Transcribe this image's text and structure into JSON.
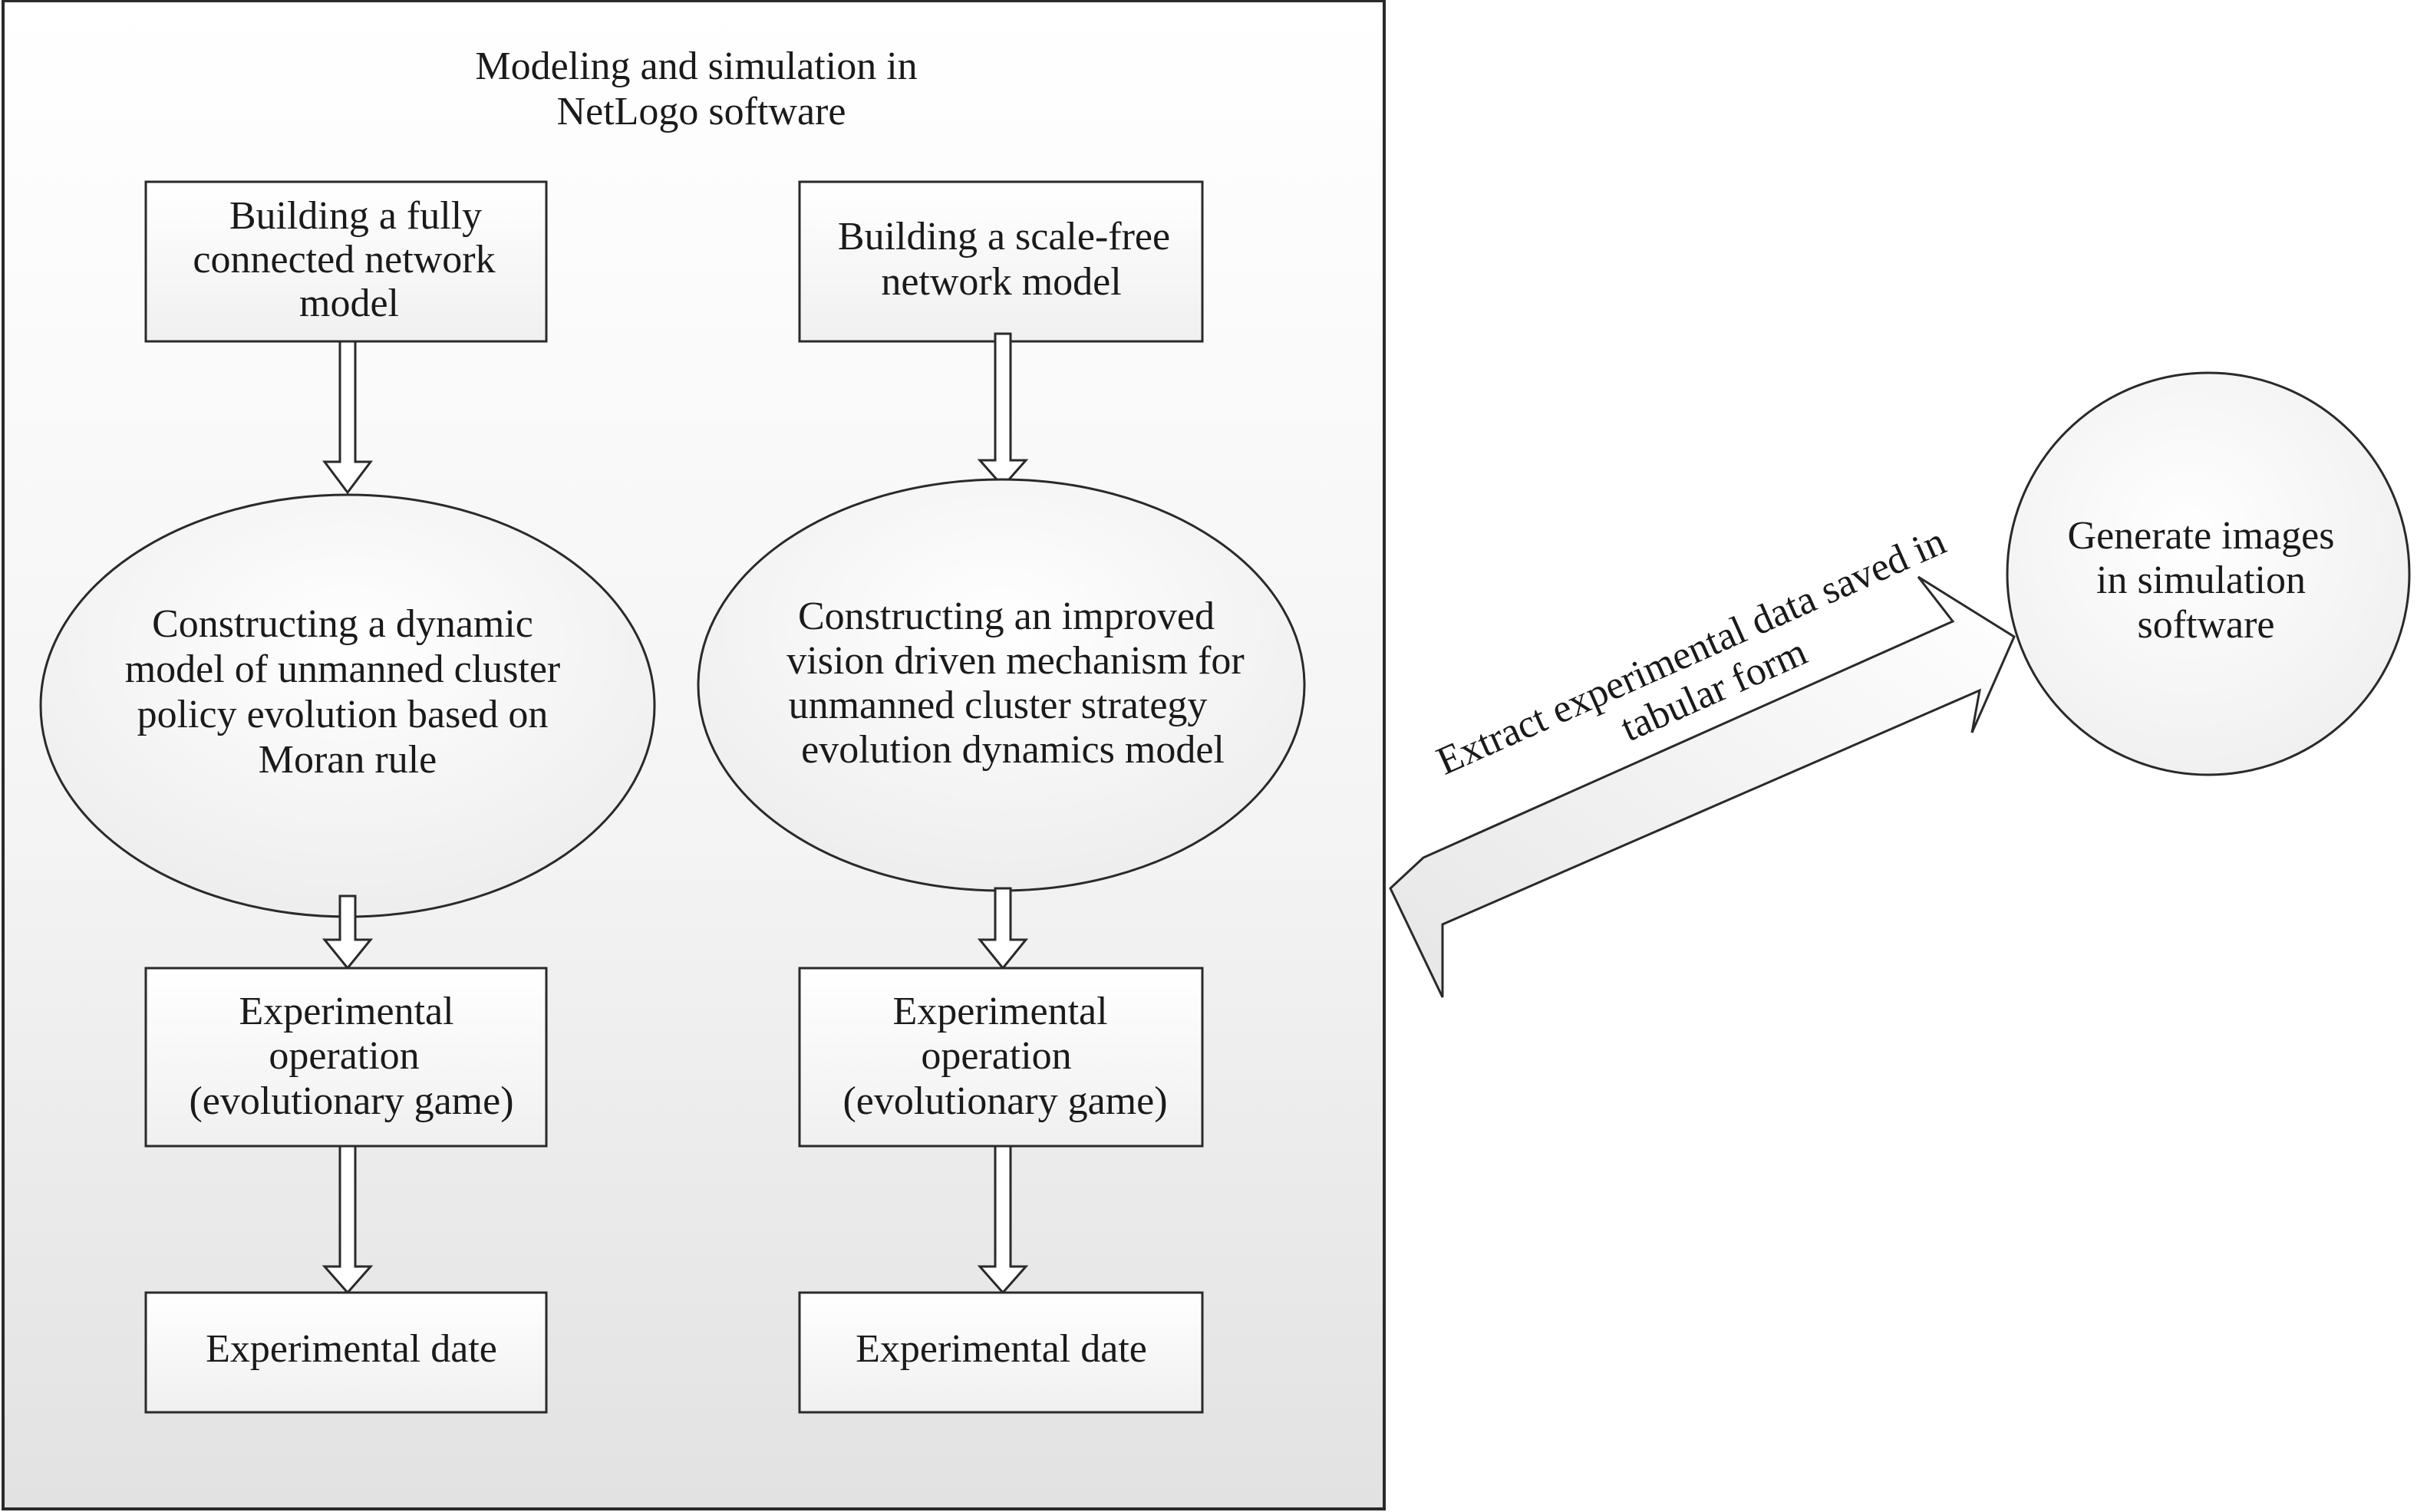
{
  "container": {
    "title_lines": [
      "Modeling and simulation in",
      "NetLogo software"
    ]
  },
  "left_column": {
    "top_box_lines": [
      "Building a fully",
      "connected network",
      "model"
    ],
    "ellipse_lines": [
      "Constructing a dynamic",
      "model of unmanned cluster",
      "policy evolution based on",
      "Moran rule"
    ],
    "operation_box_lines": [
      "Experimental",
      "operation",
      "(evolutionary game)"
    ],
    "result_box_lines": [
      "Experimental date"
    ]
  },
  "right_column": {
    "top_box_lines": [
      "Building a scale-free",
      "network model"
    ],
    "ellipse_lines": [
      "Constructing an improved",
      "vision driven mechanism for",
      "unmanned cluster strategy",
      "evolution dynamics model"
    ],
    "operation_box_lines": [
      "Experimental",
      "operation",
      "(evolutionary game)"
    ],
    "result_box_lines": [
      "Experimental date"
    ]
  },
  "export_arrow": {
    "label_lines": [
      "Extract experimental data saved in",
      "tabular form"
    ]
  },
  "output_circle": {
    "lines": [
      "Generate images",
      "in simulation",
      "software"
    ]
  },
  "colors": {
    "stroke": "#2a2a2a",
    "text": "#1a1a1a",
    "fill_light": "#ffffff",
    "fill_gray": "#e6e6e6"
  }
}
